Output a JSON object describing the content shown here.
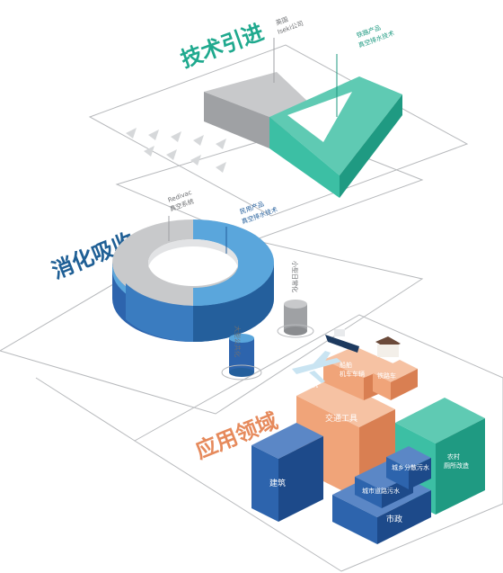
{
  "sections": {
    "tech": {
      "title": "技术引进",
      "title_color": "#1fa98e",
      "label_gray": [
        "英国",
        "Iseki公司"
      ],
      "label_teal": [
        "铁路产品",
        "真空排水技术"
      ]
    },
    "absorb": {
      "title": "消化吸收",
      "title_color": "#1f5f95",
      "label_gray": [
        "Redivac",
        "真空系统"
      ],
      "label_blue": [
        "民用产品",
        "真空排水技术"
      ],
      "cylinder_large": "大型公共化",
      "cylinder_small": "小型日常化"
    },
    "apply": {
      "title": "应用领域",
      "title_color": "#e68a5c",
      "blocks": {
        "transport": "交通工具",
        "aviation": "飞机",
        "ship": "船舶",
        "vehicle": "机车车辆",
        "railway": "铁路车",
        "building": "建筑",
        "municipal": "市政",
        "sewage_road": "城市道路污水",
        "sewage_dist": "城乡分散污水",
        "rural": "农村",
        "rural2": "厕所改造"
      }
    }
  },
  "colors": {
    "teal": "#3cbfa4",
    "teal_dark": "#1f9a82",
    "gray": "#c8c9cb",
    "gray_dark": "#9fa1a4",
    "blue": "#5aa6dc",
    "blue_dark": "#245f9c",
    "orange": "#f0a479",
    "orange_dark": "#d97f52",
    "navy": "#2d64ad",
    "navy_dark": "#1d4a8a"
  }
}
